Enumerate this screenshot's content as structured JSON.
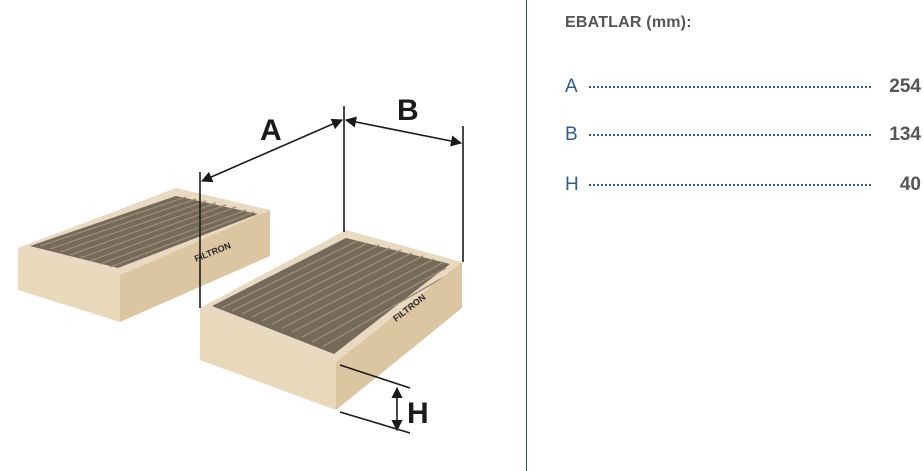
{
  "figure": {
    "labels": {
      "a": "A",
      "b": "B",
      "h": "H"
    },
    "brand_mark": "FILTRON"
  },
  "dimensions": {
    "title": "EBATLAR (mm):",
    "rows": [
      {
        "label": "A",
        "value": "254"
      },
      {
        "label": "B",
        "value": "134"
      },
      {
        "label": "H",
        "value": "40"
      }
    ]
  },
  "colors": {
    "accent": "#2a5d9a",
    "value_text": "#555555",
    "filter_frame": "#e8d6bc",
    "filter_media": "#6e6250"
  }
}
